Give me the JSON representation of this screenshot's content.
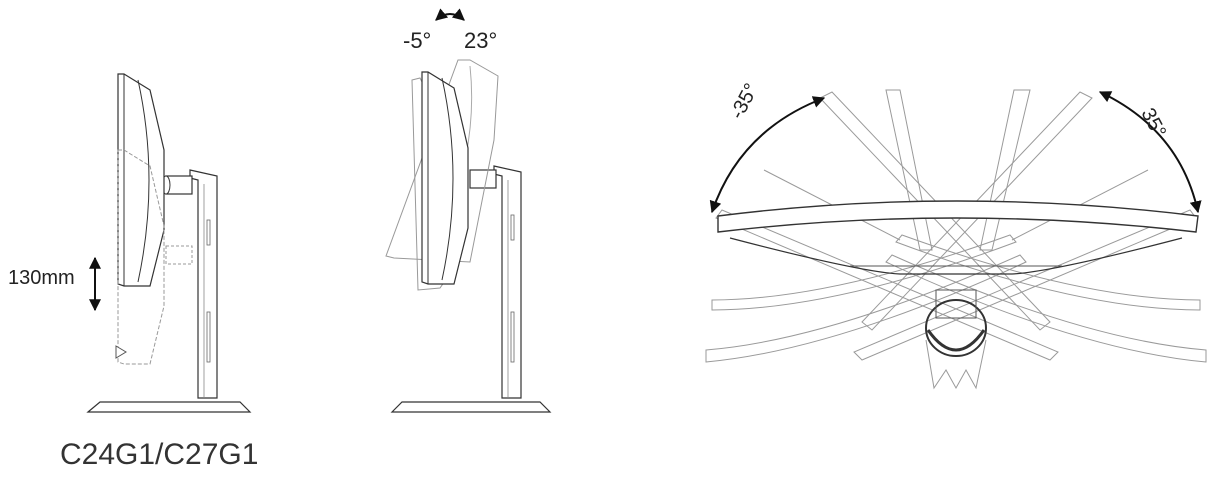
{
  "height_adjust": {
    "range_label": "130mm"
  },
  "tilt": {
    "back_label": "-5°",
    "forward_label": "23°"
  },
  "swivel": {
    "left_label": "-35°",
    "right_label": "35°"
  },
  "caption": {
    "model": "C24G1/C27G1"
  },
  "colors": {
    "line": "#333333",
    "light_line": "#9a9a9a",
    "arrow": "#111111",
    "background": "#ffffff"
  }
}
